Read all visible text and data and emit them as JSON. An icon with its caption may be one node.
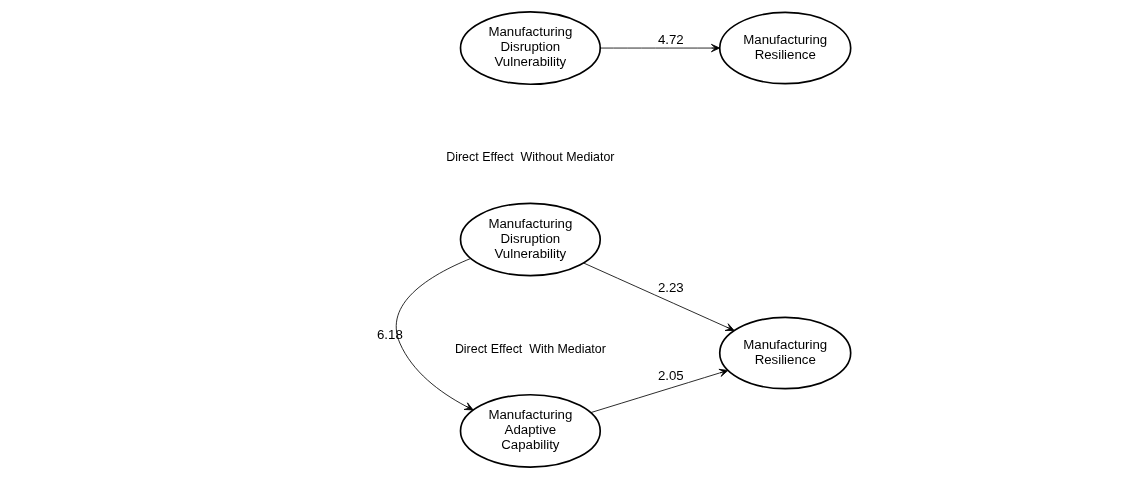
{
  "diagram": {
    "nodes": [
      {
        "text": [
          "Manufacturing Resilience"
        ]
      },
      {
        "text": [
          "Manufacturing Disruption Vulnerability"
        ]
      },
      {
        "text": [
          "Manufacturing Adaptive Capability"
        ]
      },
      {
        "text": [
          "Manufacturing Resilience"
        ]
      },
      {
        "text": [
          "Manufacturing Disruption Vulnerability"
        ]
      }
    ],
    "edges": [
      {
        "from": 1,
        "to": 0,
        "arrow": "to",
        "label": "4.72"
      },
      {
        "from": 4,
        "to": 2,
        "arrow": "to",
        "label": "6.18"
      },
      {
        "from": 2,
        "to": 3,
        "arrow": "to",
        "label": "2.05"
      },
      {
        "from": 4,
        "to": 3,
        "arrow": "to",
        "label": "2.23"
      }
    ],
    "labels": [
      "Direct Effect  Without Mediator",
      "Direct Effect  With Mediator"
    ]
  }
}
